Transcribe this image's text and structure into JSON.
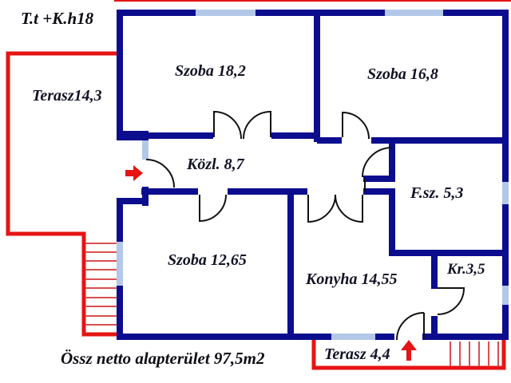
{
  "plan": {
    "note_top_left": "T.t +K.h18",
    "footer": "Össz netto alapterület 97,5m2",
    "rooms": [
      {
        "name": "terasz-left",
        "label": "Terasz14,3"
      },
      {
        "name": "szoba-1",
        "label": "Szoba 18,2"
      },
      {
        "name": "szoba-2",
        "label": "Szoba 16,8"
      },
      {
        "name": "kozlekedo",
        "label": "Közl. 8,7"
      },
      {
        "name": "furdoszoba",
        "label": "F.sz. 5,3"
      },
      {
        "name": "szoba-3",
        "label": "Szoba 12,65"
      },
      {
        "name": "konyha",
        "label": "Konyha 14,55"
      },
      {
        "name": "kamra",
        "label": "Kr.3,5"
      },
      {
        "name": "terasz-bottom",
        "label": "Terasz 4,4"
      }
    ],
    "colors": {
      "wall": "#0c0c8e",
      "window": "#b3c8e8",
      "terrace": "#e61414",
      "stair_line": "#d95050",
      "door_arc": "#111111",
      "text": "#121226"
    }
  }
}
